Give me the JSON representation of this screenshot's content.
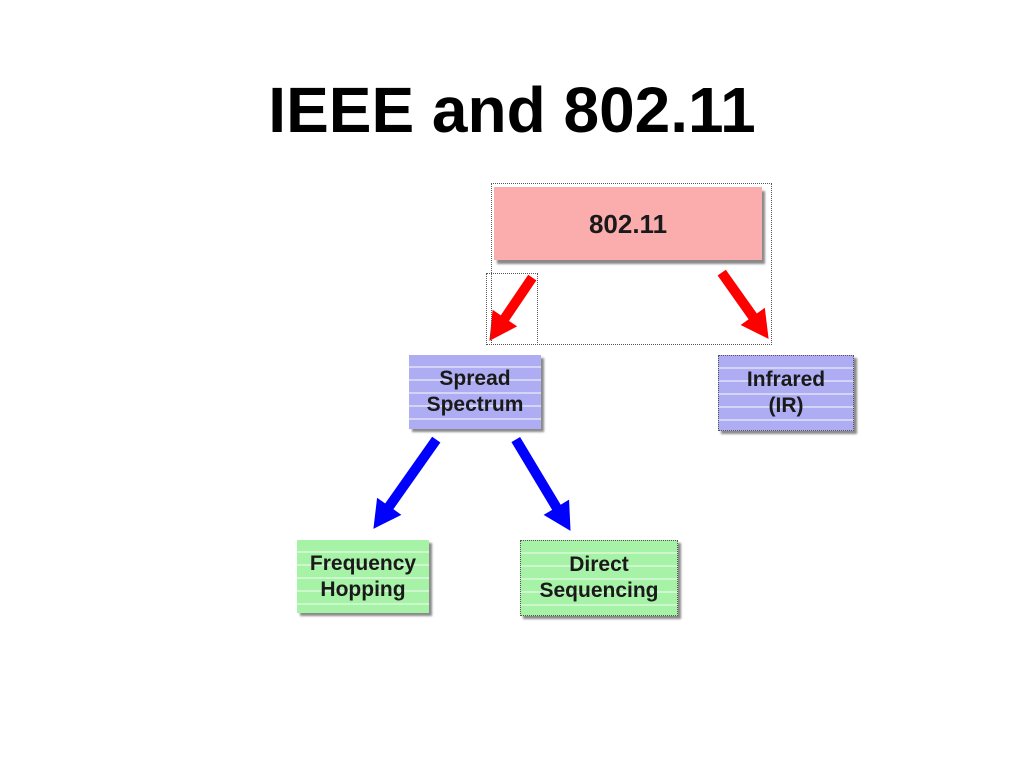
{
  "title": "IEEE and 802.11",
  "diagram": {
    "nodes": [
      {
        "id": "root",
        "label": "802.11",
        "color": "#fbadad"
      },
      {
        "id": "spread",
        "label": "Spread\nSpectrum",
        "color": "#aeadf3"
      },
      {
        "id": "infrared",
        "label": "Infrared\n(IR)",
        "color": "#aeadf3"
      },
      {
        "id": "frequency",
        "label": "Frequency\nHopping",
        "color": "#a6f2a6"
      },
      {
        "id": "direct",
        "label": "Direct\nSequencing",
        "color": "#a6f2a6"
      }
    ],
    "edges": [
      {
        "from": "root",
        "to": "spread",
        "color": "#ff0000"
      },
      {
        "from": "root",
        "to": "infrared",
        "color": "#ff0000"
      },
      {
        "from": "spread",
        "to": "frequency",
        "color": "#0000ff"
      },
      {
        "from": "spread",
        "to": "direct",
        "color": "#0000ff"
      }
    ]
  }
}
